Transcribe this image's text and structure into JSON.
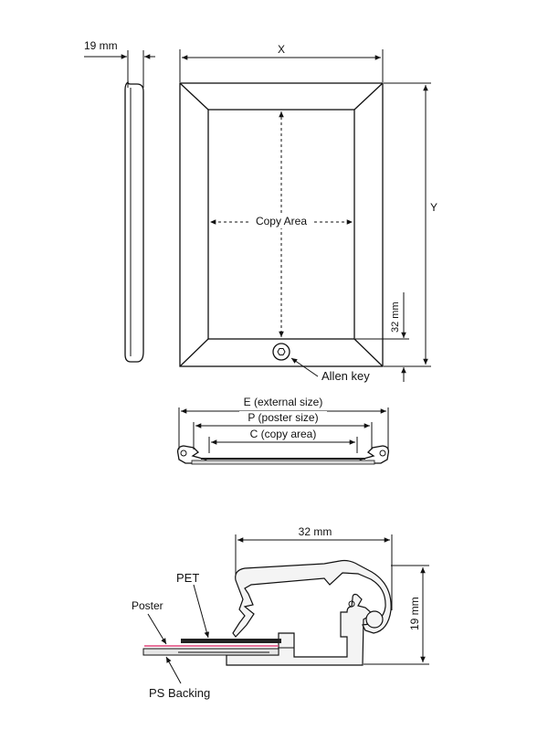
{
  "side_view": {
    "depth_label": "19 mm"
  },
  "front_view": {
    "width_label": "X",
    "height_label": "Y",
    "copy_area_label": "Copy Area",
    "bottom_rail_label": "32 mm",
    "allen_key_label": "Allen key"
  },
  "section_view": {
    "external_label": "E (external size)",
    "poster_label": "P (poster size)",
    "copy_label": "C (copy area)"
  },
  "profile_detail": {
    "width_label": "32 mm",
    "height_label": "19 mm",
    "pet_label": "PET",
    "poster_label": "Poster",
    "backing_label": "PS Backing"
  },
  "colors": {
    "line": "#111111",
    "poster": "#e0457b",
    "pet_layer": "#222222",
    "aluminium": "#f4f4f4",
    "backing": "#e6e6e6"
  }
}
